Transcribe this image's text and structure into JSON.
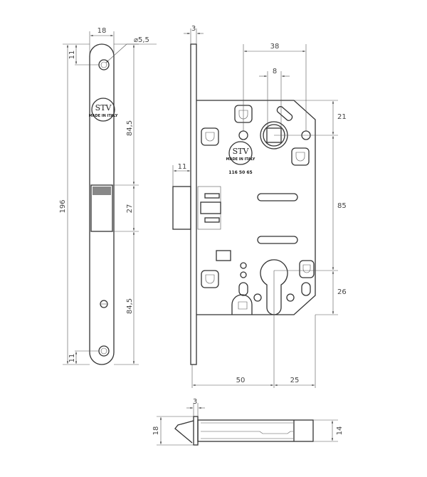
{
  "drawing": {
    "faceplate_view": {
      "dimensions": {
        "width": "18",
        "hole_diameter": "⌀5,5",
        "top_hole_offset": "11",
        "total_height": "196",
        "upper_segment": "84,5",
        "latch_opening": "27",
        "lower_segment": "84,5",
        "bottom_hole_offset": "11"
      },
      "logo": {
        "brand": "STV",
        "subtitle": "MADE IN ITALY"
      }
    },
    "side_view": {
      "dimensions": {
        "plate_thickness": "3",
        "backset_follower": "38",
        "follower_square": "8",
        "top_to_follower": "21",
        "follower_to_cylinder": "85",
        "cylinder_to_bottom": "26",
        "latch_projection": "11",
        "backset": "50",
        "cylinder_to_edge": "25"
      },
      "part_number": "116 50 65",
      "logo": {
        "brand": "STV",
        "subtitle": "MADE IN ITALY"
      }
    },
    "top_view": {
      "dimensions": {
        "plate_thickness": "3",
        "plate_width": "18",
        "body_width": "14"
      }
    }
  }
}
